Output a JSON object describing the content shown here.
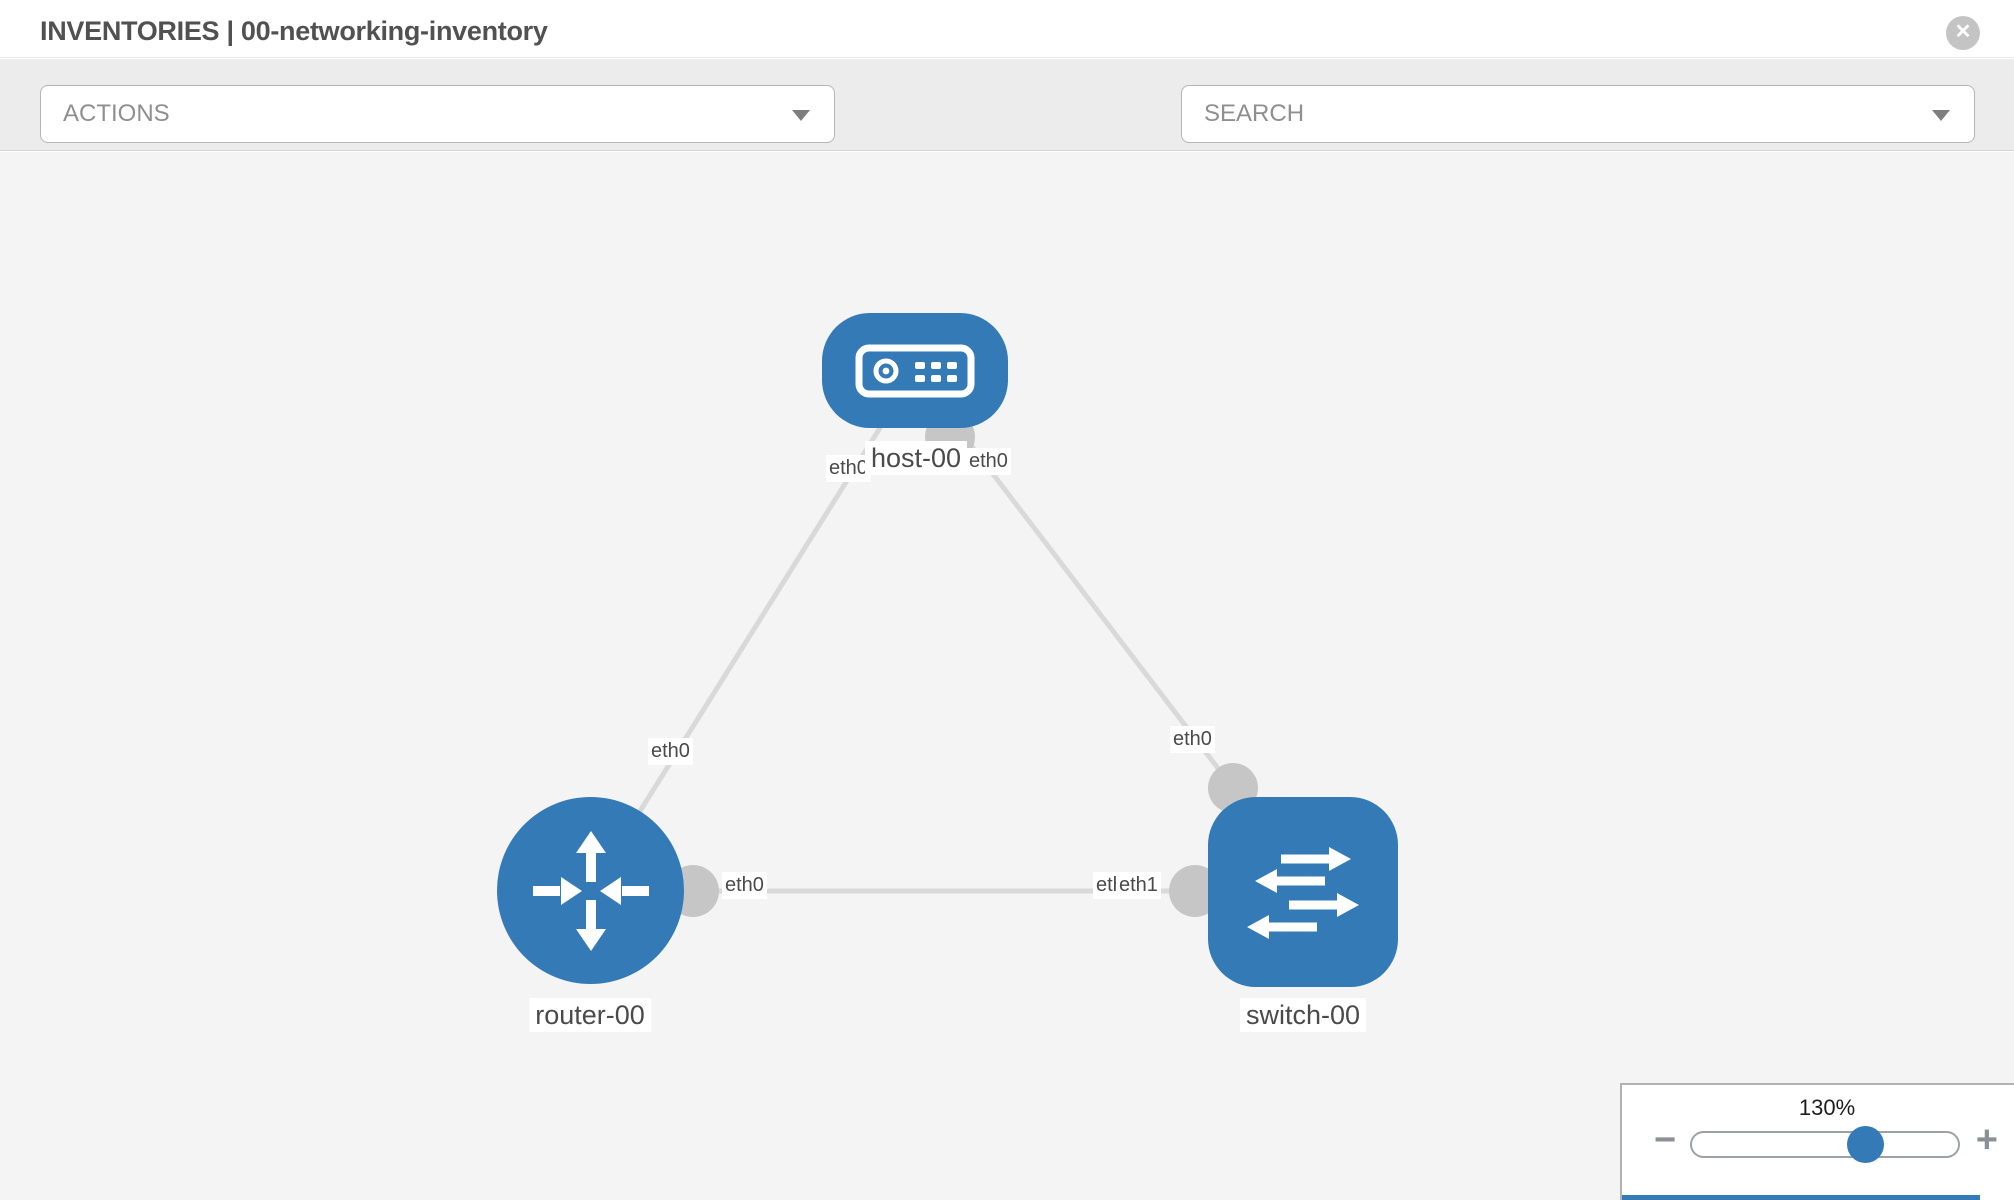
{
  "header": {
    "section": "INVENTORIES",
    "separator": "|",
    "name": "00-networking-inventory",
    "close_label": "✕"
  },
  "toolbar": {
    "actions_label": "ACTIONS",
    "search_placeholder": "SEARCH",
    "icons": [
      "wrench-icon",
      "key-icon"
    ]
  },
  "topology": {
    "nodes": [
      {
        "label": "host-00",
        "type": "host"
      },
      {
        "label": "router-00",
        "type": "router"
      },
      {
        "label": "switch-00",
        "type": "switch"
      }
    ],
    "links": [
      {
        "from": "host-00",
        "to": "router-00",
        "from_interface": "eth0",
        "to_interface": "eth0"
      },
      {
        "from": "host-00",
        "to": "switch-00",
        "from_interface": "eth0",
        "to_interface": "eth0"
      },
      {
        "from": "router-00",
        "to": "switch-00",
        "from_interface": "eth0",
        "to_interface": "eth1",
        "overlapped_interface_label": "eth0"
      }
    ]
  },
  "zoom": {
    "level_label": "130%",
    "value_percent": 130,
    "minus_label": "−",
    "plus_label": "+"
  },
  "colors": {
    "node_blue": "#337ab7",
    "link_gray": "#d9d9d9",
    "interface_dot_gray": "#c6c6c6",
    "toolbar_bg": "#ececec",
    "canvas_bg": "#f4f4f4",
    "thumb_blue": "#337ab7"
  }
}
